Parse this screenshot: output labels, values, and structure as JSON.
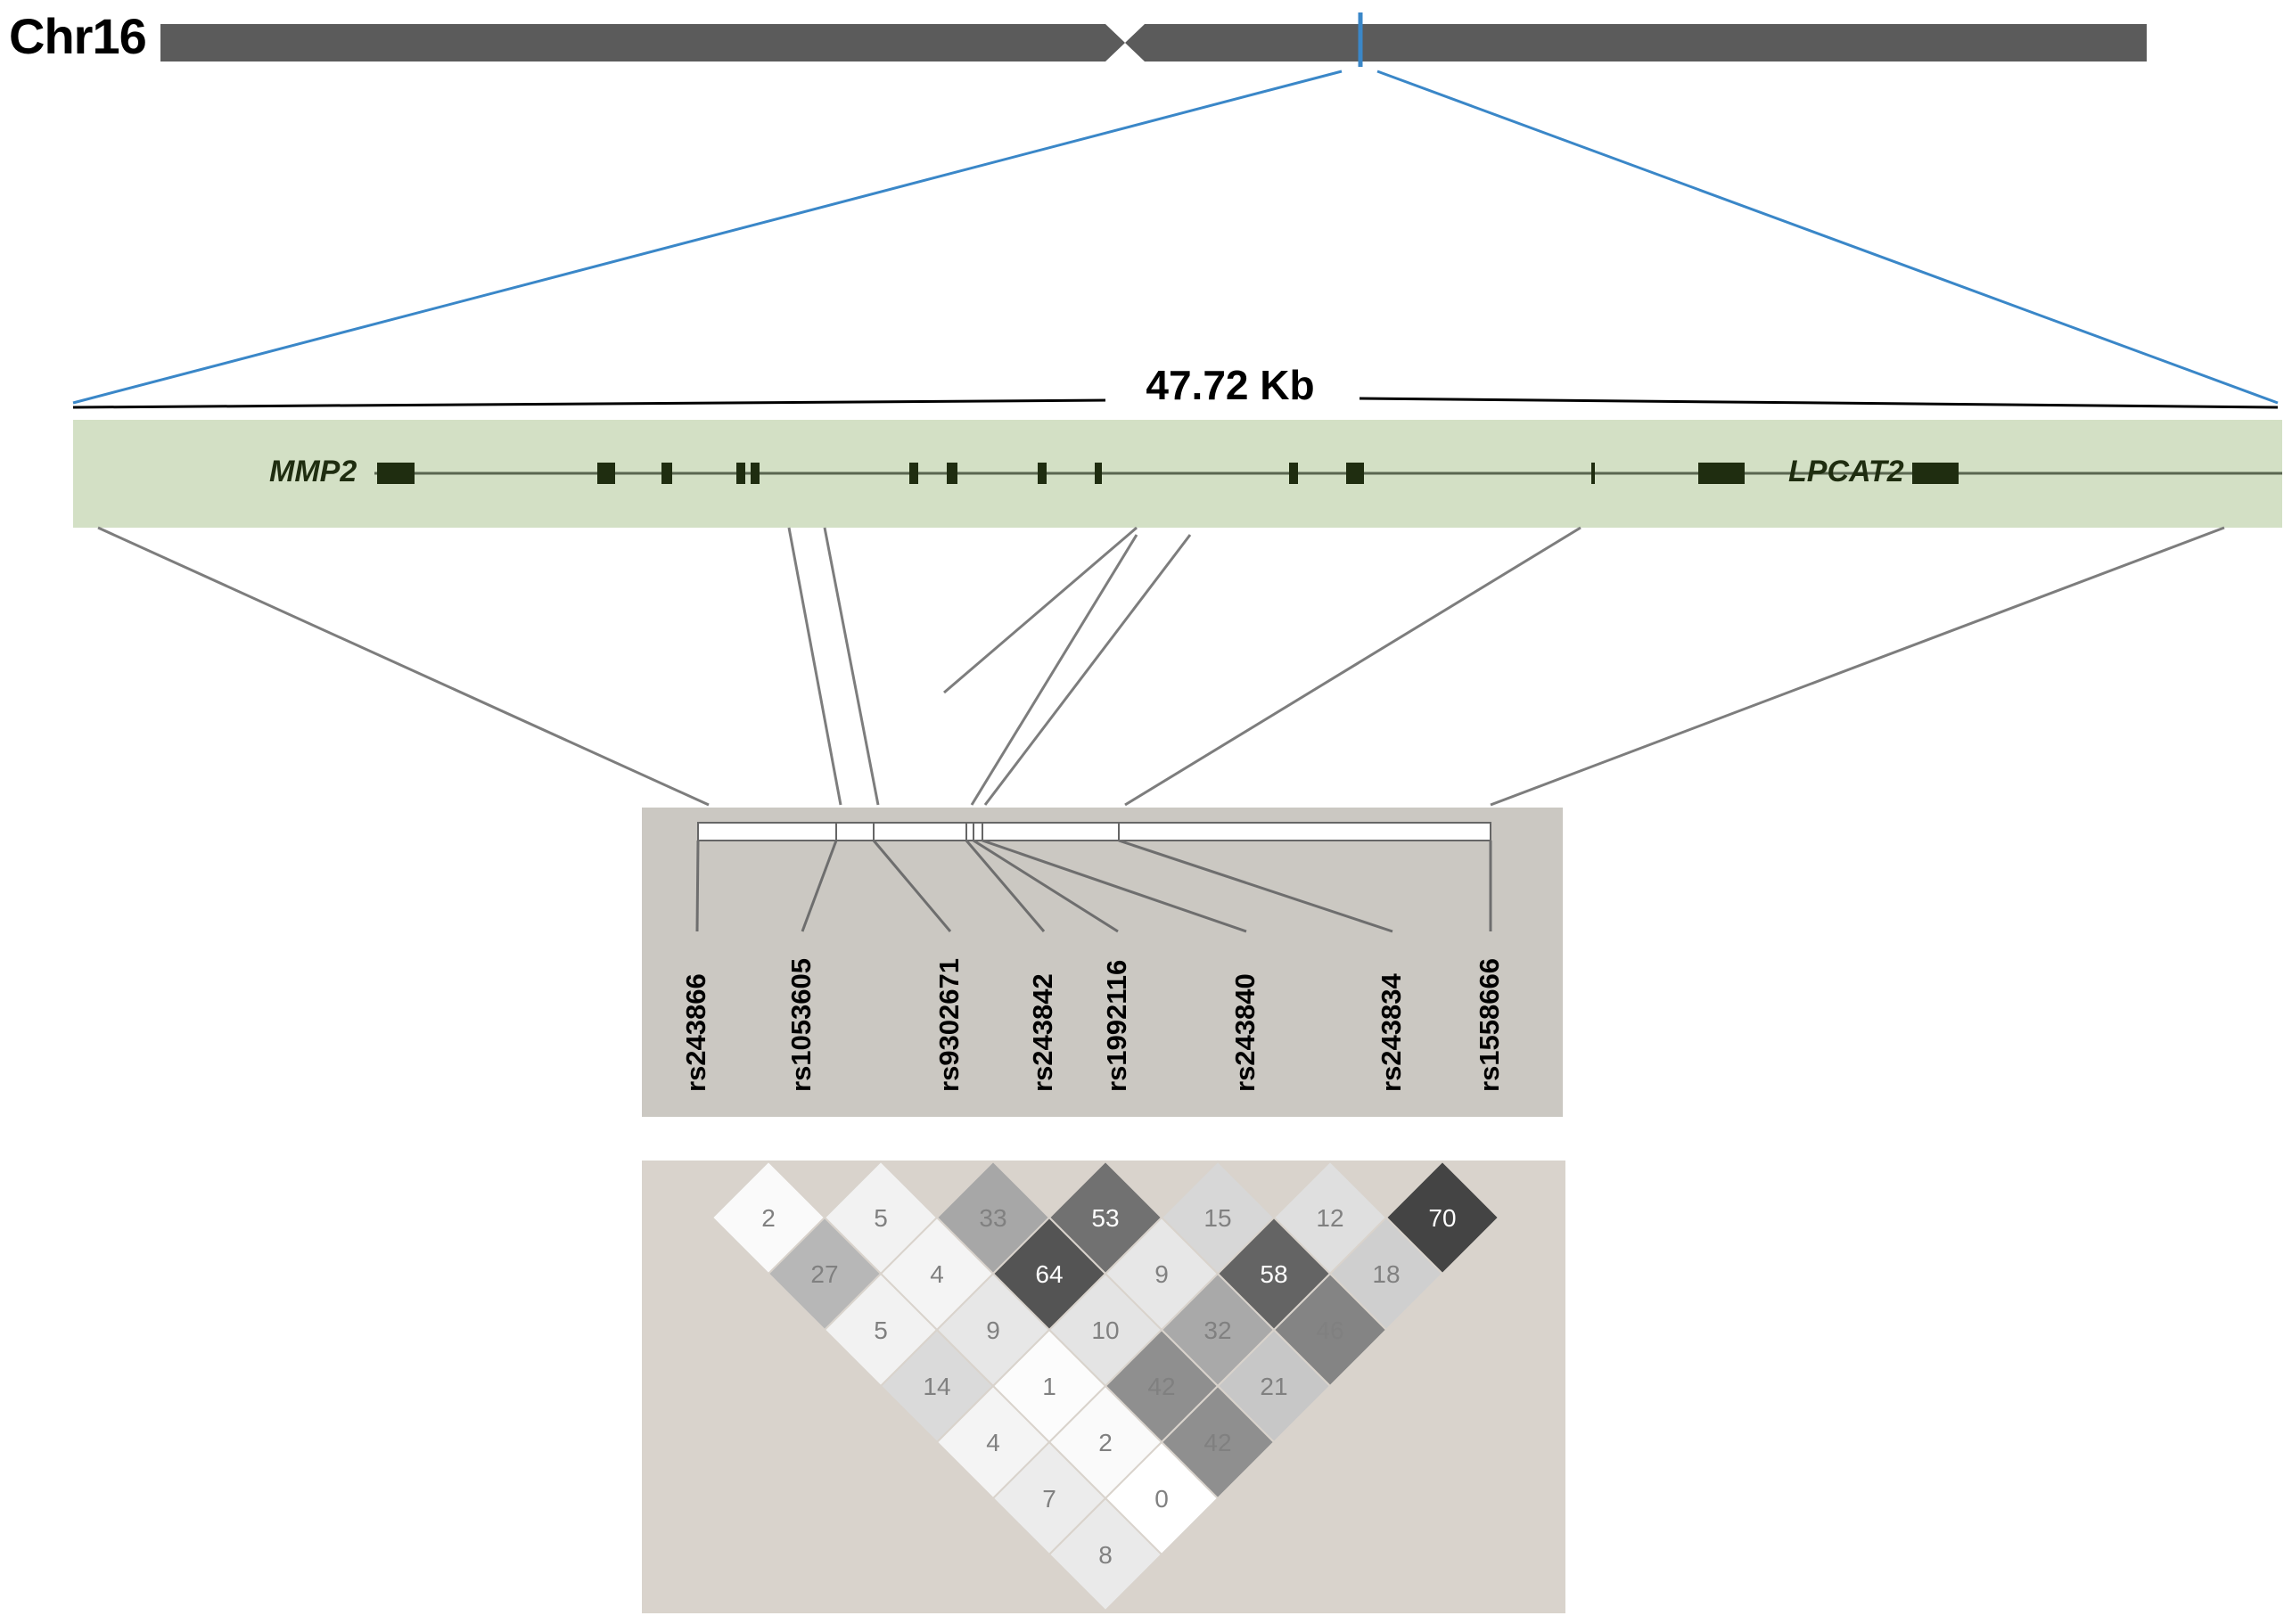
{
  "chromosome": {
    "label": "Chr16"
  },
  "region": {
    "size_label": "47.72 Kb"
  },
  "genes": [
    {
      "name": "MMP2"
    },
    {
      "name": "LPCAT2"
    }
  ],
  "snps": [
    "rs243866",
    "rs1053605",
    "rs9302671",
    "rs243842",
    "rs1992116",
    "rs243840",
    "rs243834",
    "rs1558666"
  ],
  "ld_plot": {
    "rows": [
      [
        2,
        5,
        33,
        53,
        15,
        12,
        70
      ],
      [
        27,
        4,
        64,
        9,
        58,
        18
      ],
      [
        5,
        9,
        10,
        32,
        46
      ],
      [
        14,
        1,
        42,
        21
      ],
      [
        4,
        2,
        42
      ],
      [
        7,
        0
      ],
      [
        8
      ]
    ]
  },
  "colors": {
    "chromosome": "#5b5b5b",
    "zoom_lines": "#3a87c8",
    "gene_track": "#d3e0c5",
    "exon": "#1f2d10",
    "snp_panel": "#cbc8c2",
    "ld_panel": "#d9d3cc"
  }
}
